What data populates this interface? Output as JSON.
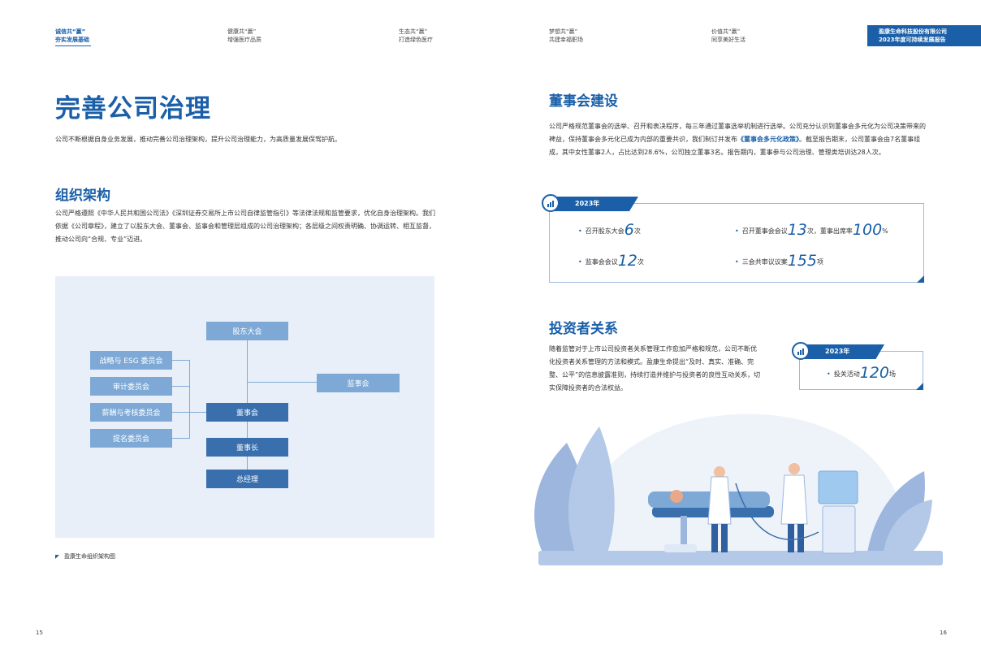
{
  "nav": {
    "items": [
      {
        "line1": "诚信共“赢”",
        "line2": "夯实发展基础"
      },
      {
        "line1": "健康共“赢”",
        "line2": "增强医疗品质"
      },
      {
        "line1": "生态共“赢”",
        "line2": "打造绿色医疗"
      },
      {
        "line1": "梦想共“赢”",
        "line2": "共建幸福职场"
      },
      {
        "line1": "价值共“赢”",
        "line2": "同享美好生活"
      }
    ],
    "report": {
      "line1": "盈康生命科技股份有限公司",
      "line2": "2023年度可持续发展报告"
    }
  },
  "left": {
    "title": "完善公司治理",
    "intro": "公司不断根据自身业务发展，推动完善公司治理架构，提升公司治理能力，为高质量发展保驾护航。",
    "org_heading": "组织架构",
    "org_text": "公司严格遵照《中华人民共和国公司法》《深圳证券交易所上市公司自律监管指引》等法律法规和监管要求，优化自身治理架构。我们依据《公司章程》，建立了以股东大会、董事会、监事会和管理层组成的公司治理架构；各层级之间权责明确、协调运转、相互监督，推动公司向“合规、专业”迈进。",
    "org": {
      "shareholders": "股东大会",
      "board": "董事会",
      "chairman": "董事长",
      "gm": "总经理",
      "supervisors": "监事会",
      "committees": [
        "战略与 ESG 委员会",
        "审计委员会",
        "薪酬与考核委员会",
        "提名委员会"
      ]
    },
    "caption": "盈康生命组织架构图",
    "page": "15"
  },
  "right": {
    "board_heading": "董事会建设",
    "board_text_a": "公司严格规范董事会的选举、召开和表决程序，每三年通过董事选举机制进行选举。公司充分认识到董事会多元化为公司决策带来的裨益，保持董事会多元化已成为内部的重要共识，我们制订并发布",
    "board_text_link": "《董事会多元化政策》",
    "board_text_b": "。截至报告期末，公司董事会由7名董事组成，其中女性董事2人，占比达到28.6%，公司独立董事3名。报告期内，董事参与公司治理、管理类培训达28人次。",
    "card1": {
      "year": "2023年",
      "stats": [
        {
          "pre": "召开股东大会",
          "num": "6",
          "post": "次"
        },
        {
          "pre": "召开董事会会议",
          "num": "13",
          "post": "次，董事出席率",
          "num2": "100",
          "post2": "%"
        },
        {
          "pre": "监事会会议",
          "num": "12",
          "post": "次"
        },
        {
          "pre": "三会共审议议案",
          "num": "155",
          "post": "项"
        }
      ]
    },
    "ir_heading": "投资者关系",
    "ir_text": "随着监管对于上市公司投资者关系管理工作愈加严格和规范，公司不断优化投资者关系管理的方法和模式。盈康生命提出“及时、真实、准确、完整、公平”的信息披露准则，持续打造并维护与投资者的良性互动关系，切实保障投资者的合法权益。",
    "card2": {
      "year": "2023年",
      "pre": "投关活动",
      "num": "120",
      "post": "场"
    },
    "page": "16"
  },
  "colors": {
    "primary": "#1a5fa8",
    "light_block": "#7ea9d6",
    "dark_block": "#3a6fad",
    "org_bg": "#e9eff8"
  }
}
